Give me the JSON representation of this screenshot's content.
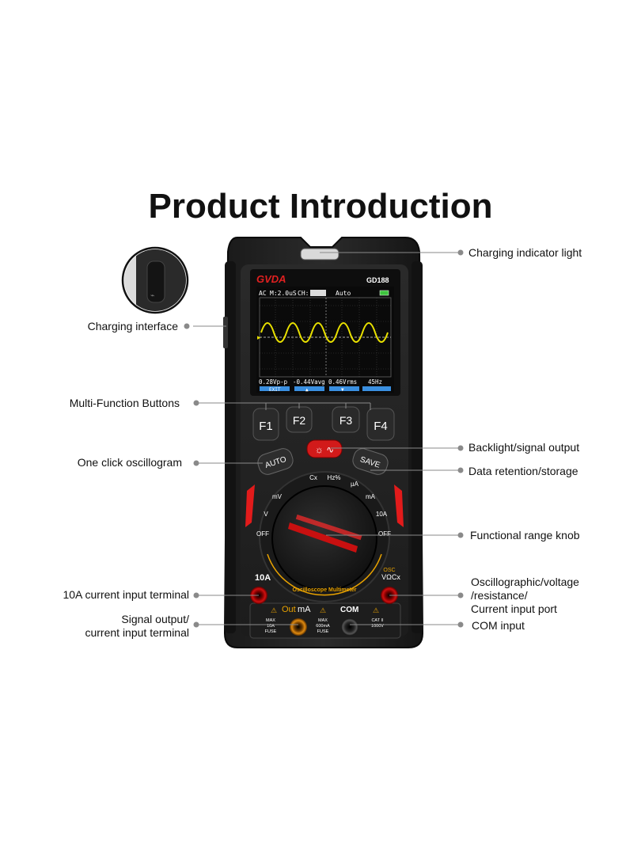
{
  "title": "Product Introduction",
  "device": {
    "brand": "GVDA",
    "model": "GD188",
    "screen": {
      "top_mode": "AC",
      "top_timebase": "M:2.0uS",
      "top_channel": "CH:",
      "top_trigger": "Auto",
      "readings": [
        "0.28Vp-p",
        "-0.44Vavg",
        "0.46Vrms",
        "45Hz"
      ],
      "softkeys": [
        "EXIT",
        "▲",
        "▼",
        ""
      ]
    },
    "buttons": {
      "f1": "F1",
      "f2": "F2",
      "f3": "F3",
      "f4": "F4",
      "auto": "AUTO",
      "save": "SAVE"
    },
    "dial": {
      "cx": "Cx",
      "hz": "Hz%",
      "ua": "µA",
      "mv": "mV",
      "ma": "mA",
      "v": "V",
      "a10": "10A",
      "off_left": "OFF",
      "off_right": "OFF",
      "osc": "OSC",
      "vohm": "VΩCx",
      "arc_text": "Oscilloscope Multimeter"
    },
    "terminals": {
      "t10a": "10A",
      "out": "Out",
      "ma": "mA",
      "com": "COM",
      "max10": [
        "MAX",
        "10A",
        "FUSE"
      ],
      "max600": [
        "MAX",
        "600mA",
        "FUSE"
      ],
      "cat": [
        "CAT II",
        "1000V"
      ]
    }
  },
  "callouts": {
    "charging_indicator": "Charging indicator light",
    "charging_interface": "Charging interface",
    "multi_function": "Multi-Function Buttons",
    "backlight": "Backlight/signal output",
    "one_click": "One click oscillogram",
    "retention": "Data retention/storage",
    "knob": "Functional range knob",
    "osc_port": [
      "Oscillographic/voltage",
      "/resistance/",
      "Current input port"
    ],
    "ten_a": "10A current input terminal",
    "signal_output": [
      "Signal output/",
      "current input terminal"
    ],
    "com": "COM input"
  }
}
